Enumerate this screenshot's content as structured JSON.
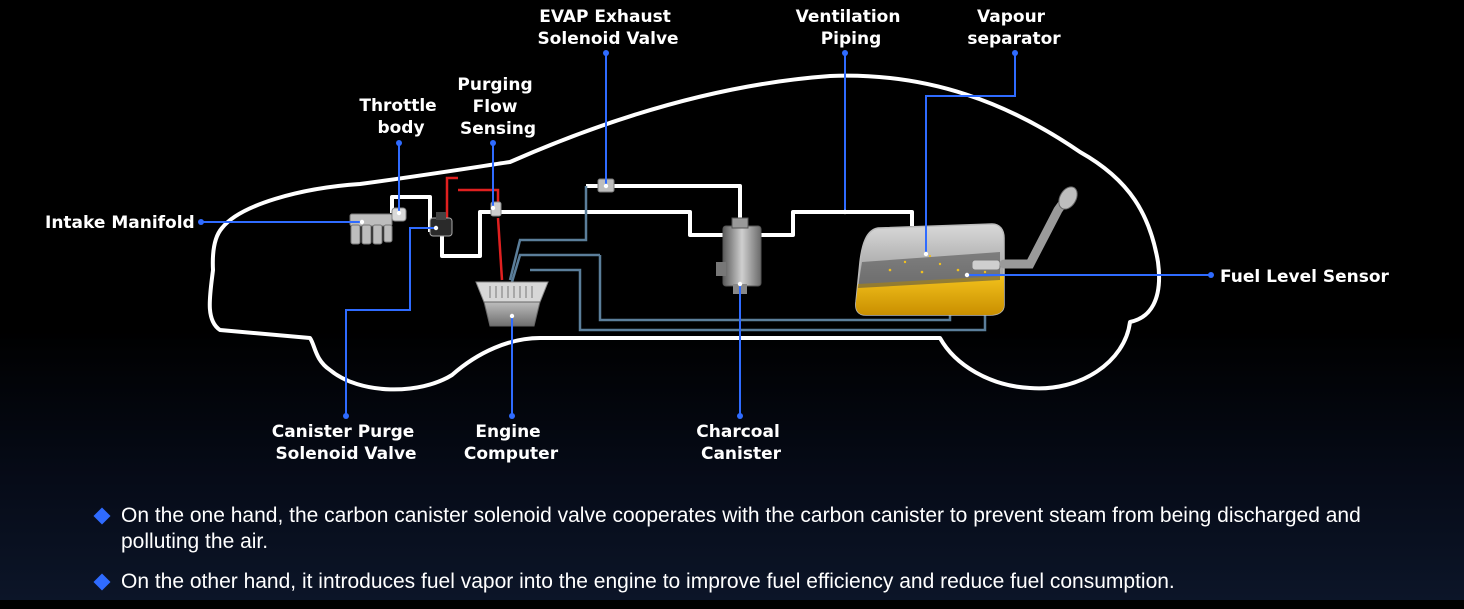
{
  "labels": {
    "intake_manifold": "Intake Manifold",
    "throttle_body": [
      "Throttle",
      "body"
    ],
    "purging_flow_sensing": [
      "Purging",
      "Flow",
      "Sensing"
    ],
    "evap_exhaust": [
      "EVAP Exhaust",
      "Solenoid Valve"
    ],
    "ventilation_piping": [
      "Ventilation",
      "Piping"
    ],
    "vapour_separator": [
      "Vapour",
      "separator"
    ],
    "fuel_level_sensor": "Fuel Level Sensor",
    "canister_purge": [
      "Canister Purge",
      "Solenoid Valve"
    ],
    "engine_computer": [
      "Engine",
      "Computer"
    ],
    "charcoal_canister": [
      "Charcoal",
      "Canister"
    ]
  },
  "bullets": [
    "On the one hand, the carbon canister solenoid valve cooperates with the carbon canister to prevent steam from being discharged and polluting the air.",
    "On the other hand, it introduces fuel vapor into the engine to improve fuel efficiency and reduce fuel consumption."
  ],
  "colors": {
    "leader_line": "#2f6bff",
    "fuel": "#e8b00c",
    "car_outline": "#ffffff",
    "vacuum_hose": "#e02020",
    "return_line": "#5b7e9a"
  },
  "icons": {
    "bullet": "diamond-icon"
  }
}
